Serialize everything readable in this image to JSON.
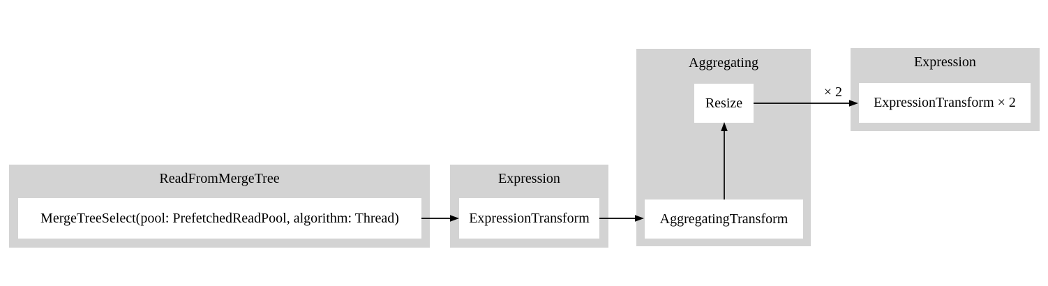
{
  "diagram": {
    "type": "pipeline-graph",
    "colors": {
      "background": "#ffffff",
      "cluster_fill": "#d3d3d3",
      "node_fill": "#ffffff",
      "text": "#000000",
      "edge": "#000000"
    },
    "clusters": [
      {
        "title": "ReadFromMergeTree",
        "nodes": [
          "MergeTreeSelect(pool: PrefetchedReadPool, algorithm: Thread)"
        ]
      },
      {
        "title": "Expression",
        "nodes": [
          "ExpressionTransform"
        ]
      },
      {
        "title": "Aggregating",
        "nodes": [
          "AggregatingTransform",
          "Resize"
        ]
      },
      {
        "title": "Expression",
        "nodes": [
          "ExpressionTransform × 2"
        ]
      }
    ],
    "edges": [
      {
        "from": "MergeTreeSelect(pool: PrefetchedReadPool, algorithm: Thread)",
        "to": "ExpressionTransform",
        "label": ""
      },
      {
        "from": "ExpressionTransform",
        "to": "AggregatingTransform",
        "label": ""
      },
      {
        "from": "AggregatingTransform",
        "to": "Resize",
        "label": ""
      },
      {
        "from": "Resize",
        "to": "ExpressionTransform × 2",
        "label": "× 2"
      }
    ]
  }
}
